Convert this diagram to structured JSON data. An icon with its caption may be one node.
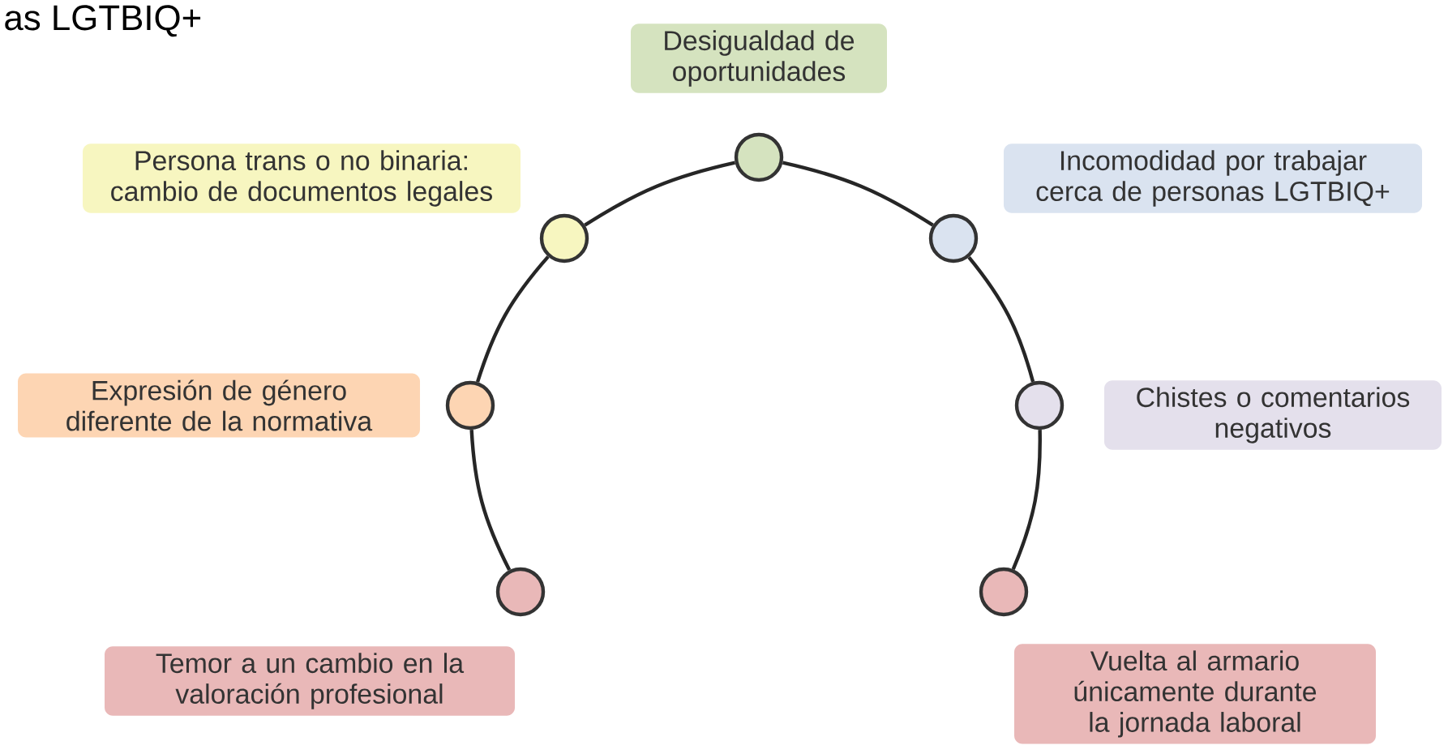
{
  "diagram": {
    "title": "as LGTBIQ+",
    "nodes": [
      {
        "text": [
          "Desigualdad de oportunidades"
        ]
      },
      {
        "text": [
          "Persona trans o no binaria: cambio de documentos legales"
        ]
      },
      {
        "text": [
          "Incomodidad por trabajar cerca de personas LGTBIQ+"
        ]
      },
      {
        "text": [
          "Expresión de género diferente de la normativa"
        ]
      },
      {
        "text": [
          "Chistes o comentarios negativos"
        ]
      },
      {
        "text": [
          "Temor a un cambio en la valoración profesional"
        ]
      },
      {
        "text": [
          "Vuelta al armario únicamente durante la jornada laboral"
        ]
      },
      {
        "text": [],
        "shape": "circle"
      },
      {
        "text": [],
        "shape": "circle"
      },
      {
        "text": [],
        "shape": "circle"
      },
      {
        "text": [],
        "shape": "circle"
      },
      {
        "text": [],
        "shape": "circle"
      },
      {
        "text": [],
        "shape": "circle"
      },
      {
        "text": [],
        "shape": "circle"
      }
    ],
    "edges": [
      {
        "from": 8,
        "to": 7,
        "arrow": "none"
      },
      {
        "from": 7,
        "to": 9,
        "arrow": "none"
      },
      {
        "from": 9,
        "to": 10,
        "arrow": "none"
      },
      {
        "from": 10,
        "to": 11,
        "arrow": "none"
      },
      {
        "from": 11,
        "to": 13,
        "arrow": "none"
      },
      {
        "from": 13,
        "to": 12,
        "arrow": "none"
      }
    ]
  }
}
